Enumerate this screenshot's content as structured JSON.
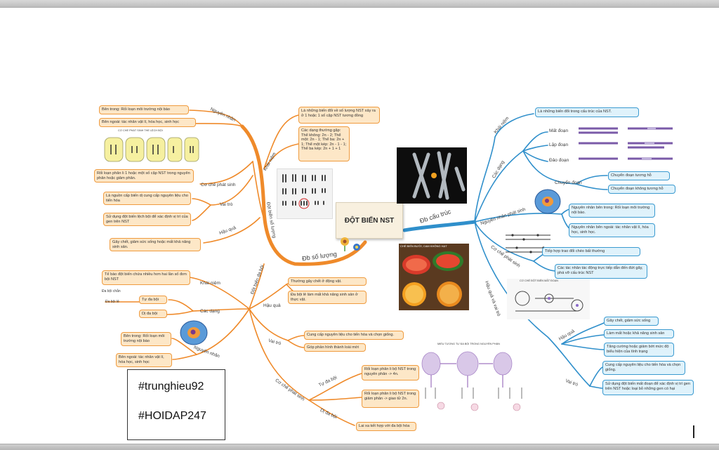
{
  "center": {
    "title": "ĐỘT BIẾN NST"
  },
  "branches": {
    "so_luong": "Đb số lượng",
    "cau_truc": "Đb cấu trúc"
  },
  "left": {
    "nguyen_nhan": "Nguyên nhân",
    "khai_niem": "Khái niệm",
    "co_che_phat_sinh": "Cơ chế phát sinh",
    "vai_tro": "Vai trò",
    "hau_qua": "Hậu quả",
    "dot_bien_so_luong": "Đột biến số lượng",
    "dot_bien_da_boi": "Đột biến đa bội",
    "node_ben_trong": "Bên trong: Rối loạn môi trường nội bào",
    "node_ben_ngoai": "Bên ngoài: tác nhân vật lí, hóa học, sinh học",
    "diagram_caption": "CƠ CHẾ PHÁT SINH THỂ LỆCH BỘI",
    "node_co_che": "Rối loạn phân li 1 hoặc một số cặp NST trong nguyên phân hoặc giảm phân.",
    "node_vai_tro_1": "Là nguồn cấp biến dị cung cấp nguyên liệu cho tiến hóa",
    "node_vai_tro_2": "Sử dụng đột biến lệch bội để xác định vị trí của gen trên NST",
    "node_hau_qua": "Gây chết, giảm sức sống hoặc mất khả năng sinh sản.",
    "node_khai_niem": "Là những biến đổi về số lượng NST xảy ra ở 1 hoặc 1 số cặp NST tương đồng",
    "node_cac_dang": "Các dạng thường gặp: Thể không: 2n - 2; Thể một: 2n - 1; Thể ba: 2n + 1; Thể một kép: 2n - 1 - 1; Thể ba kép: 2n + 1 + 1"
  },
  "da_boi": {
    "khai_niem": "Khái niệm",
    "cac_dang": "Các dạng",
    "hau_qua": "Hậu quả",
    "vai_tro": "Vai trò",
    "nguyen_nhan": "Nguyên nhân",
    "co_che": "Cơ chế phát sinh",
    "tu_da_boi": "Tự đa bội",
    "di_da_boi": "Dị đa bội",
    "da_boi_chan": "Đa bội chẵn",
    "da_boi_le": "Đa bội lẻ",
    "node_khai_niem": "Tế bào đột biến chứa nhiều hơn hai lần số đơn bội NST",
    "node_tu": "Tự đa bội",
    "node_di": "Dị đa bội",
    "node_hq_1": "Thường gây chết ở động vật.",
    "node_hq_2": "Đa bội lẻ làm mất khả năng sinh sản ở thực vật.",
    "node_vt_1": "Cung cấp nguyên liệu cho tiến hóa và chọn giống.",
    "node_vt_2": "Góp phần hình thành loài mới",
    "node_nn_1": "Bên trong: Rối loạn môi trường nội bào",
    "node_nn_2": "Bên ngoài: tác nhân vật lí, hóa học, sinh học",
    "node_cc_1": "Rối loạn phân li bộ NST trong nguyên phân -> 4n.",
    "node_cc_2": "Rối loạn phân li bộ NST trong giảm phân -> giao tử 2n.",
    "node_cc_3": "Lai xa kết hợp với đa bội hóa",
    "diagram_caption": "MIÊU TƯƠNG TỰ ĐA BỘI TRONG NGUYÊN PHÂN"
  },
  "right": {
    "khai_niem": "Khái niệm",
    "cac_dang": "Các dạng",
    "nguyen_nhan": "Nguyên nhân phát sinh",
    "co_che": "Cơ chế phát sinh",
    "hau_qua_vai_tro": "Hậu quả và vai trò",
    "hau_qua": "Hậu quả",
    "vai_tro": "Vai trò",
    "mat_doan": "Mất đoạn",
    "lap_doan": "Lặp đoạn",
    "dao_doan": "Đảo đoạn",
    "chuyen_doan": "Chuyển đoạn",
    "node_khai_niem": "Là những biến đổi trong cấu trúc của NST.",
    "node_cd_1": "Chuyển đoạn tương hỗ",
    "node_cd_2": "Chuyển đoạn không tương hỗ",
    "node_nn_1": "Nguyên nhân bên trong: Rối loạn môi trường nội bào.",
    "node_nn_2": "Nguyên nhân bên ngoài: tác nhân vật lí, hóa học, sinh học.",
    "node_cc_1": "Tiếp hợp trao đổi chéo bất thường",
    "node_cc_2": "Các tác nhân tác động trực tiếp dẫn đến đứt gãy, phá vỡ cấu trúc NST",
    "node_hq_1": "Gây chết, giảm sức sống",
    "node_hq_2": "Làm mất hoặc khả năng sinh sản",
    "node_hq_3": "Tăng cường hoặc giảm bớt mức độ biểu hiện của tính trạng",
    "node_vt_1": "Cung cấp nguyên liệu cho tiến hóa và chọn giống.",
    "node_vt_2": "Sử dụng đột biến mất đoạn để xác định vị trí gen trên NST hoặc loại bỏ những gen có hại",
    "diagram_caption": "CƠ CHẾ ĐỘT BIẾN MẤT ĐOẠN",
    "photo_caption": "CHẾ BIẾN BƯỞI, CAM KHÔNG HẠT"
  },
  "watermark": {
    "line1": "#trunghieu92",
    "line2": "#HOIDAP247"
  },
  "colors": {
    "orange": "#ef8a2a",
    "blue": "#2f8fcb",
    "node_orange_bg": "#fde7c7",
    "node_blue_bg": "#dff2fb"
  }
}
